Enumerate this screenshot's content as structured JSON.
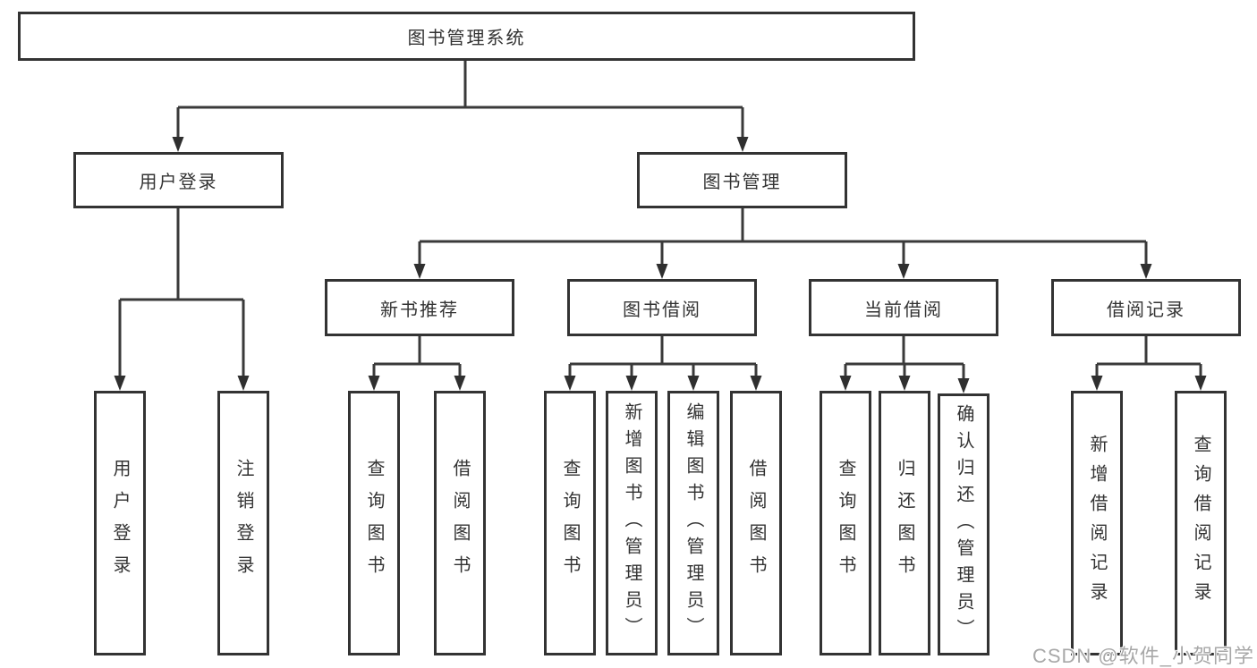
{
  "diagram": {
    "root": {
      "label": "图书管理系统"
    },
    "branches": {
      "user_login": {
        "label": "用户登录",
        "children": [
          "用户登录",
          "注销登录"
        ]
      },
      "book_management": {
        "label": "图书管理",
        "sections": [
          {
            "label": "新书推荐",
            "children": [
              "查询图书",
              "借阅图书"
            ]
          },
          {
            "label": "图书借阅",
            "children": [
              "查询图书",
              "新增图书（管理员）",
              "编辑图书（管理员）",
              "借阅图书"
            ]
          },
          {
            "label": "当前借阅",
            "children": [
              "查询图书",
              "归还图书",
              "确认归还（管理员）"
            ]
          },
          {
            "label": "借阅记录",
            "children": [
              "新增借阅记录",
              "查询借阅记录"
            ]
          }
        ]
      }
    }
  },
  "watermark": {
    "text": "CSDN @软件_小贺同学",
    "color": "#a8a8a8"
  },
  "colors": {
    "background": "#ffffff",
    "box_border": "#333333",
    "connector_line": "#3a3a3a",
    "text": "#333333"
  }
}
